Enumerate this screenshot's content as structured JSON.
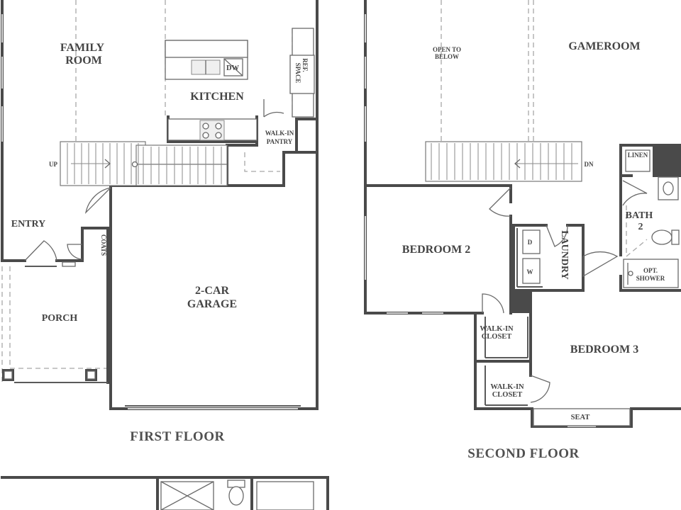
{
  "first_floor": {
    "title": "FIRST FLOOR",
    "rooms": {
      "family_room": [
        "FAMILY",
        "ROOM"
      ],
      "kitchen": "KITCHEN",
      "dw": "DW",
      "ref_space": [
        "REF.",
        "SPACE"
      ],
      "walk_in_pantry": [
        "WALK-IN",
        "PANTRY"
      ],
      "up": "UP",
      "entry": "ENTRY",
      "coats": "COATS",
      "porch": "PORCH",
      "garage": [
        "2-CAR",
        "GARAGE"
      ]
    }
  },
  "second_floor": {
    "title": "SECOND FLOOR",
    "rooms": {
      "open_to_below": [
        "OPEN TO",
        "BELOW"
      ],
      "gameroom": "GAMEROOM",
      "dn": "DN",
      "linen": "LINEN",
      "bedroom_2": "BEDROOM 2",
      "laundry": "LAUNDRY",
      "dryer": "D",
      "washer": "W",
      "bath_2": [
        "BATH",
        "2"
      ],
      "opt_shower": [
        "OPT.",
        "SHOWER"
      ],
      "walk_in_closet_1": [
        "WALK-IN",
        "CLOSET"
      ],
      "walk_in_closet_2": [
        "WALK-IN",
        "CLOSET"
      ],
      "bedroom_3": "BEDROOM 3",
      "seat": "SEAT"
    }
  },
  "colors": {
    "wall": "#4a4a4a",
    "label": "#444444",
    "dashed_line": "#a8a8a8"
  }
}
